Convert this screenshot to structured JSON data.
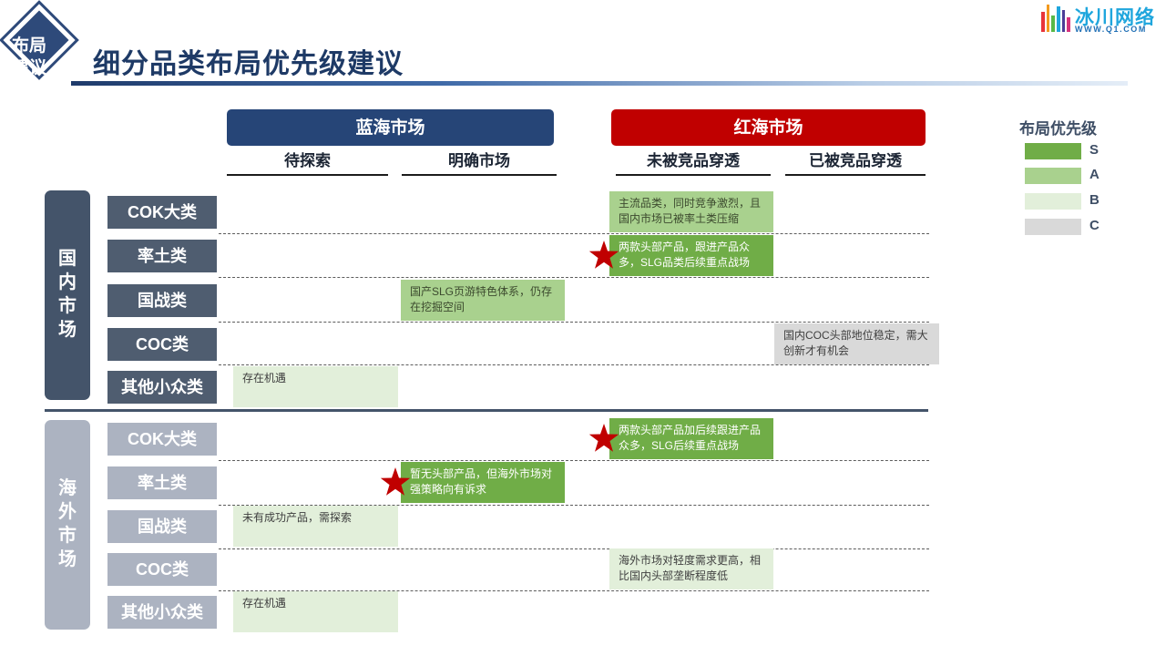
{
  "header": {
    "badge_text_1": "布局",
    "badge_text_2": "建议",
    "title": "细分品类布局优先级建议",
    "logo_name": "冰川网络",
    "logo_url": "WWW.Q1.COM",
    "logo_bar_colors": [
      "#e8343a",
      "#f39a1d",
      "#58b947",
      "#1fa6dd",
      "#4b3d97",
      "#d6327c"
    ]
  },
  "markets": {
    "blue": "蓝海市场",
    "red": "红海市场"
  },
  "columns": [
    "待探索",
    "明确市场",
    "未被竞品穿透",
    "已被竞品穿透"
  ],
  "legend": {
    "title": "布局优先级",
    "items": [
      {
        "label": "S",
        "color": "#70ad47"
      },
      {
        "label": "A",
        "color": "#a9d18e"
      },
      {
        "label": "B",
        "color": "#e2efda"
      },
      {
        "label": "C",
        "color": "#d9d9d9"
      }
    ]
  },
  "sections": [
    {
      "title": "国内市场",
      "rows": [
        {
          "label": "COK大类",
          "cells": [
            {
              "col": 2,
              "level": "A",
              "star": false,
              "text": "主流品类，同时竞争激烈，且国内市场已被率土类压缩"
            }
          ]
        },
        {
          "label": "率土类",
          "cells": [
            {
              "col": 2,
              "level": "S",
              "star": true,
              "text": "两款头部产品，跟进产品众多，SLG品类后续重点战场"
            }
          ]
        },
        {
          "label": "国战类",
          "cells": [
            {
              "col": 1,
              "level": "A",
              "star": false,
              "text": "国产SLG页游特色体系，仍存在挖掘空间"
            }
          ]
        },
        {
          "label": "COC类",
          "cells": [
            {
              "col": 3,
              "level": "C",
              "star": false,
              "text": "国内COC头部地位稳定，需大创新才有机会"
            }
          ]
        },
        {
          "label": "其他小众类",
          "cells": [
            {
              "col": 0,
              "level": "B",
              "star": false,
              "text": "存在机遇"
            }
          ]
        }
      ]
    },
    {
      "title": "海外市场",
      "rows": [
        {
          "label": "COK大类",
          "cells": [
            {
              "col": 2,
              "level": "S",
              "star": true,
              "text": "两款头部产品加后续跟进产品众多，SLG后续重点战场"
            }
          ]
        },
        {
          "label": "率土类",
          "cells": [
            {
              "col": 1,
              "level": "S",
              "star": true,
              "text": "暂无头部产品，但海外市场对强策略向有诉求"
            }
          ]
        },
        {
          "label": "国战类",
          "cells": [
            {
              "col": 0,
              "level": "B",
              "star": false,
              "text": "未有成功产品，需探索"
            }
          ]
        },
        {
          "label": "COC类",
          "cells": [
            {
              "col": 2,
              "level": "B",
              "star": false,
              "text": "海外市场对轻度需求更高，相比国内头部垄断程度低"
            }
          ]
        },
        {
          "label": "其他小众类",
          "cells": [
            {
              "col": 0,
              "level": "B",
              "star": false,
              "text": "存在机遇"
            }
          ]
        }
      ]
    }
  ],
  "star_color": "#c00000"
}
